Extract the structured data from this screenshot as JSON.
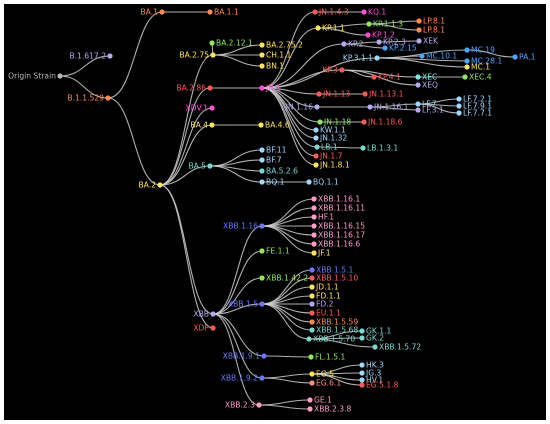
{
  "root_label": "Origin Strain",
  "colors": {
    "background": "#000000",
    "edge": "#cfcfcf",
    "gray": "#b8b8b8",
    "orange": "#ff8a50",
    "lavender": "#b6a8ee",
    "yellow": "#ffe45a",
    "red": "#ff5a55",
    "green": "#8ee85a",
    "magenta": "#ff4fd8",
    "blue": "#6a78ff",
    "light_blue": "#9fd8ff",
    "teal": "#7ad8d0",
    "pink": "#ff9ec8",
    "salmon": "#ff8a8a",
    "sky": "#4da6ff",
    "cyan": "#7fe6e6"
  },
  "nodes": [
    {
      "id": "root",
      "label": "Origin Strain",
      "parent": null,
      "color": "gray"
    },
    {
      "id": "b1617",
      "label": "B.1.617.2",
      "parent": "root",
      "color": "lavender"
    },
    {
      "id": "b11529",
      "label": "B.1.1.529",
      "parent": "root",
      "color": "orange"
    },
    {
      "id": "ba1",
      "label": "BA.1",
      "parent": "b11529",
      "color": "orange"
    },
    {
      "id": "ba11",
      "label": "BA.1.1",
      "parent": "ba1",
      "color": "orange"
    },
    {
      "id": "ba2",
      "label": "BA.2",
      "parent": "b11529",
      "color": "yellow"
    },
    {
      "id": "ba275",
      "label": "BA.2.75",
      "parent": "ba2",
      "color": "yellow"
    },
    {
      "id": "ba2121",
      "label": "BA.2.12.1",
      "parent": "ba275",
      "color": "green"
    },
    {
      "id": "ba2752",
      "label": "BA.2.75.2",
      "parent": "ba275",
      "color": "yellow"
    },
    {
      "id": "ch11",
      "label": "CH.1.1",
      "parent": "ba275",
      "color": "yellow"
    },
    {
      "id": "bn1",
      "label": "BN.1",
      "parent": "ba275",
      "color": "yellow"
    },
    {
      "id": "ba286",
      "label": "BA.2.86",
      "parent": "ba2",
      "color": "red"
    },
    {
      "id": "jn1",
      "label": "JN.1",
      "parent": "ba286",
      "color": "magenta"
    },
    {
      "id": "jn143",
      "label": "JN.1.4.3",
      "parent": "jn1",
      "color": "red"
    },
    {
      "id": "kq1",
      "label": "KQ.1",
      "parent": "jn143",
      "color": "magenta"
    },
    {
      "id": "kp11",
      "label": "KP.1.1",
      "parent": "jn1",
      "color": "yellow"
    },
    {
      "id": "kp113",
      "label": "KP.1.1.3",
      "parent": "kp11",
      "color": "green"
    },
    {
      "id": "lp81",
      "label": "LP.8.1",
      "parent": "kp113",
      "color": "orange"
    },
    {
      "id": "lp81b",
      "label": "LP.8.1",
      "parent": "kp113",
      "color": "orange"
    },
    {
      "id": "kp12",
      "label": "KP.1.2",
      "parent": "kp11",
      "color": "magenta"
    },
    {
      "id": "kp2",
      "label": "KP.2",
      "parent": "jn1",
      "color": "lavender"
    },
    {
      "id": "kp23",
      "label": "KP.2.3",
      "parent": "kp2",
      "color": "lavender"
    },
    {
      "id": "xek",
      "label": "XEK",
      "parent": "kp23",
      "color": "lavender"
    },
    {
      "id": "kp215",
      "label": "KP.2.15",
      "parent": "kp2",
      "color": "sky"
    },
    {
      "id": "kp311",
      "label": "KP.3.1.1",
      "parent": "jn1",
      "color": "light_blue"
    },
    {
      "id": "mc101",
      "label": "MC.10.1",
      "parent": "kp311",
      "color": "sky"
    },
    {
      "id": "mc19",
      "label": "MC.19",
      "parent": "kp311",
      "color": "sky"
    },
    {
      "id": "pa1",
      "label": "PA.1",
      "parent": "mc19",
      "color": "sky"
    },
    {
      "id": "mc281",
      "label": "MC.28.1",
      "parent": "kp311",
      "color": "sky"
    },
    {
      "id": "mc1",
      "label": "MC.1",
      "parent": "kp311",
      "color": "yellow"
    },
    {
      "id": "kp3",
      "label": "KP.3",
      "parent": "jn1",
      "color": "red"
    },
    {
      "id": "kp41",
      "label": "KP.4.1",
      "parent": "kp3",
      "color": "red"
    },
    {
      "id": "xec",
      "label": "XEC",
      "parent": "kp3",
      "color": "cyan"
    },
    {
      "id": "xec4",
      "label": "XEC.4",
      "parent": "xec",
      "color": "green"
    },
    {
      "id": "xeq",
      "label": "XEQ",
      "parent": "kp3",
      "color": "lavender"
    },
    {
      "id": "jn113",
      "label": "JN.1.13",
      "parent": "jn1",
      "color": "red"
    },
    {
      "id": "jn1131",
      "label": "JN.1.13.1",
      "parent": "jn113",
      "color": "red"
    },
    {
      "id": "jn116",
      "label": "JN.1.16",
      "parent": "jn1",
      "color": "lavender"
    },
    {
      "id": "jn1161",
      "label": "JN.1.16.1",
      "parent": "jn116",
      "color": "lavender"
    },
    {
      "id": "lf7",
      "label": "LF.7",
      "parent": "jn1161",
      "color": "light_blue"
    },
    {
      "id": "lf721",
      "label": "LF.7.2.1",
      "parent": "lf7",
      "color": "light_blue"
    },
    {
      "id": "lf791",
      "label": "LF.7.9.1",
      "parent": "lf7",
      "color": "light_blue"
    },
    {
      "id": "lf771",
      "label": "LF.7.7.1",
      "parent": "lf7",
      "color": "light_blue"
    },
    {
      "id": "lf31",
      "label": "LF.3.1",
      "parent": "jn1161",
      "color": "lavender"
    },
    {
      "id": "jn118",
      "label": "JN.1.18",
      "parent": "jn1",
      "color": "green"
    },
    {
      "id": "jn1186",
      "label": "JN.1.18.6",
      "parent": "jn118",
      "color": "red"
    },
    {
      "id": "kw11",
      "label": "KW.1.1",
      "parent": "jn1",
      "color": "light_blue"
    },
    {
      "id": "jn132",
      "label": "JN.1.32",
      "parent": "jn1",
      "color": "light_blue"
    },
    {
      "id": "lb1",
      "label": "LB.1",
      "parent": "jn1",
      "color": "teal"
    },
    {
      "id": "lb131",
      "label": "LB.1.3.1",
      "parent": "lb1",
      "color": "teal"
    },
    {
      "id": "jn17",
      "label": "JN.1.7",
      "parent": "jn1",
      "color": "red"
    },
    {
      "id": "jn181",
      "label": "JN.1.8.1",
      "parent": "jn1",
      "color": "yellow"
    },
    {
      "id": "xdv1",
      "label": "XDV.1",
      "parent": "ba2",
      "color": "magenta"
    },
    {
      "id": "ba4",
      "label": "BA.4",
      "parent": "ba2",
      "color": "yellow"
    },
    {
      "id": "ba46",
      "label": "BA.4.6",
      "parent": "ba4",
      "color": "yellow"
    },
    {
      "id": "ba5",
      "label": "BA.5",
      "parent": "ba2",
      "color": "teal"
    },
    {
      "id": "bf11",
      "label": "BF.11",
      "parent": "ba5",
      "color": "light_blue"
    },
    {
      "id": "bf7",
      "label": "BF.7",
      "parent": "ba5",
      "color": "light_blue"
    },
    {
      "id": "ba526",
      "label": "BA.5.2.6",
      "parent": "ba5",
      "color": "teal"
    },
    {
      "id": "bq1",
      "label": "BQ.1",
      "parent": "ba5",
      "color": "light_blue"
    },
    {
      "id": "bq11",
      "label": "BQ.1.1",
      "parent": "bq1",
      "color": "light_blue"
    },
    {
      "id": "xbb",
      "label": "XBB",
      "parent": "ba2",
      "color": "lavender"
    },
    {
      "id": "xbb116",
      "label": "XBB.1.16",
      "parent": "xbb",
      "color": "blue"
    },
    {
      "id": "xbb1161",
      "label": "XBB.1.16.1",
      "parent": "xbb116",
      "color": "pink"
    },
    {
      "id": "xbb11611",
      "label": "XBB.1.16.11",
      "parent": "xbb116",
      "color": "pink"
    },
    {
      "id": "hf1",
      "label": "HF.1",
      "parent": "xbb116",
      "color": "pink"
    },
    {
      "id": "xbb11615",
      "label": "XBB.1.16.15",
      "parent": "xbb116",
      "color": "pink"
    },
    {
      "id": "xbb11617",
      "label": "XBB.1.16.17",
      "parent": "xbb116",
      "color": "pink"
    },
    {
      "id": "xbb1166",
      "label": "XBB.1.16.6",
      "parent": "xbb116",
      "color": "pink"
    },
    {
      "id": "jf1",
      "label": "JF.1",
      "parent": "xbb116",
      "color": "yellow"
    },
    {
      "id": "fe11",
      "label": "FE.1.1",
      "parent": "xbb",
      "color": "green"
    },
    {
      "id": "xbb142",
      "label": "XBB.1.42.2",
      "parent": "xbb",
      "color": "green"
    },
    {
      "id": "xbb15",
      "label": "XBB.1.5",
      "parent": "xbb",
      "color": "blue"
    },
    {
      "id": "xbb151",
      "label": "XBB.1.5.1",
      "parent": "xbb15",
      "color": "blue"
    },
    {
      "id": "xbb1510",
      "label": "XBB.1.5.10",
      "parent": "xbb15",
      "color": "red"
    },
    {
      "id": "jd11",
      "label": "JD.1.1",
      "parent": "xbb15",
      "color": "yellow"
    },
    {
      "id": "fd11",
      "label": "FD.1.1",
      "parent": "xbb15",
      "color": "yellow"
    },
    {
      "id": "fd2",
      "label": "FD.2",
      "parent": "xbb15",
      "color": "lavender"
    },
    {
      "id": "eu11",
      "label": "EU.1.1",
      "parent": "xbb15",
      "color": "red"
    },
    {
      "id": "xbb1559",
      "label": "XBB.1.5.59",
      "parent": "xbb15",
      "color": "orange"
    },
    {
      "id": "xbb1568",
      "label": "XBB.1.5.68",
      "parent": "xbb15",
      "color": "teal"
    },
    {
      "id": "xbb1570",
      "label": "XBB.1.5.70",
      "parent": "xbb15",
      "color": "teal"
    },
    {
      "id": "gk11",
      "label": "GK.1.1",
      "parent": "xbb1570",
      "color": "teal"
    },
    {
      "id": "gk2",
      "label": "GK.2",
      "parent": "xbb1570",
      "color": "teal"
    },
    {
      "id": "xbb1572",
      "label": "XBB.1.5.72",
      "parent": "xbb1570",
      "color": "teal"
    },
    {
      "id": "xdp",
      "label": "XDP",
      "parent": "ba2",
      "color": "red"
    },
    {
      "id": "xbb191",
      "label": "XBB.1.9.1",
      "parent": "xbb",
      "color": "blue"
    },
    {
      "id": "fl151",
      "label": "FL.1.5.1",
      "parent": "xbb191",
      "color": "green"
    },
    {
      "id": "xbb192",
      "label": "XBB.1.9.2",
      "parent": "xbb",
      "color": "blue"
    },
    {
      "id": "eg5",
      "label": "EG.5",
      "parent": "xbb192",
      "color": "yellow"
    },
    {
      "id": "hk3",
      "label": "HK.3",
      "parent": "eg5",
      "color": "light_blue"
    },
    {
      "id": "jg3",
      "label": "JG.3",
      "parent": "eg5",
      "color": "light_blue"
    },
    {
      "id": "hv1",
      "label": "HV.1",
      "parent": "eg5",
      "color": "light_blue"
    },
    {
      "id": "eg518",
      "label": "EG.5.1.8",
      "parent": "eg5",
      "color": "red"
    },
    {
      "id": "eg61",
      "label": "EG.6.1",
      "parent": "xbb192",
      "color": "salmon"
    },
    {
      "id": "xbb23",
      "label": "XBB.2.3",
      "parent": "xbb",
      "color": "pink"
    },
    {
      "id": "ge1",
      "label": "GE.1",
      "parent": "xbb23",
      "color": "pink"
    },
    {
      "id": "xbb238",
      "label": "XBB.2.3.8",
      "parent": "xbb23",
      "color": "pink"
    }
  ]
}
